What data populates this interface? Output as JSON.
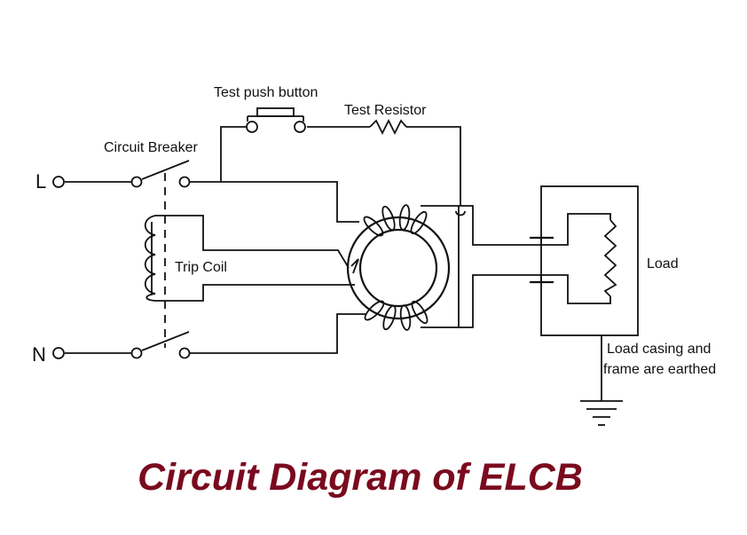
{
  "labels": {
    "test_push_button": "Test push button",
    "test_resistor": "Test Resistor",
    "circuit_breaker": "Circuit Breaker",
    "trip_coil": "Trip Coil",
    "load": "Load",
    "load_note_line1": "Load casing and",
    "load_note_line2": "frame are earthed",
    "terminal_l": "L",
    "terminal_n": "N"
  },
  "title": "Circuit Diagram of ELCB",
  "colors": {
    "title": "#7a0a1e",
    "line": "#111111",
    "background": "#ffffff"
  }
}
